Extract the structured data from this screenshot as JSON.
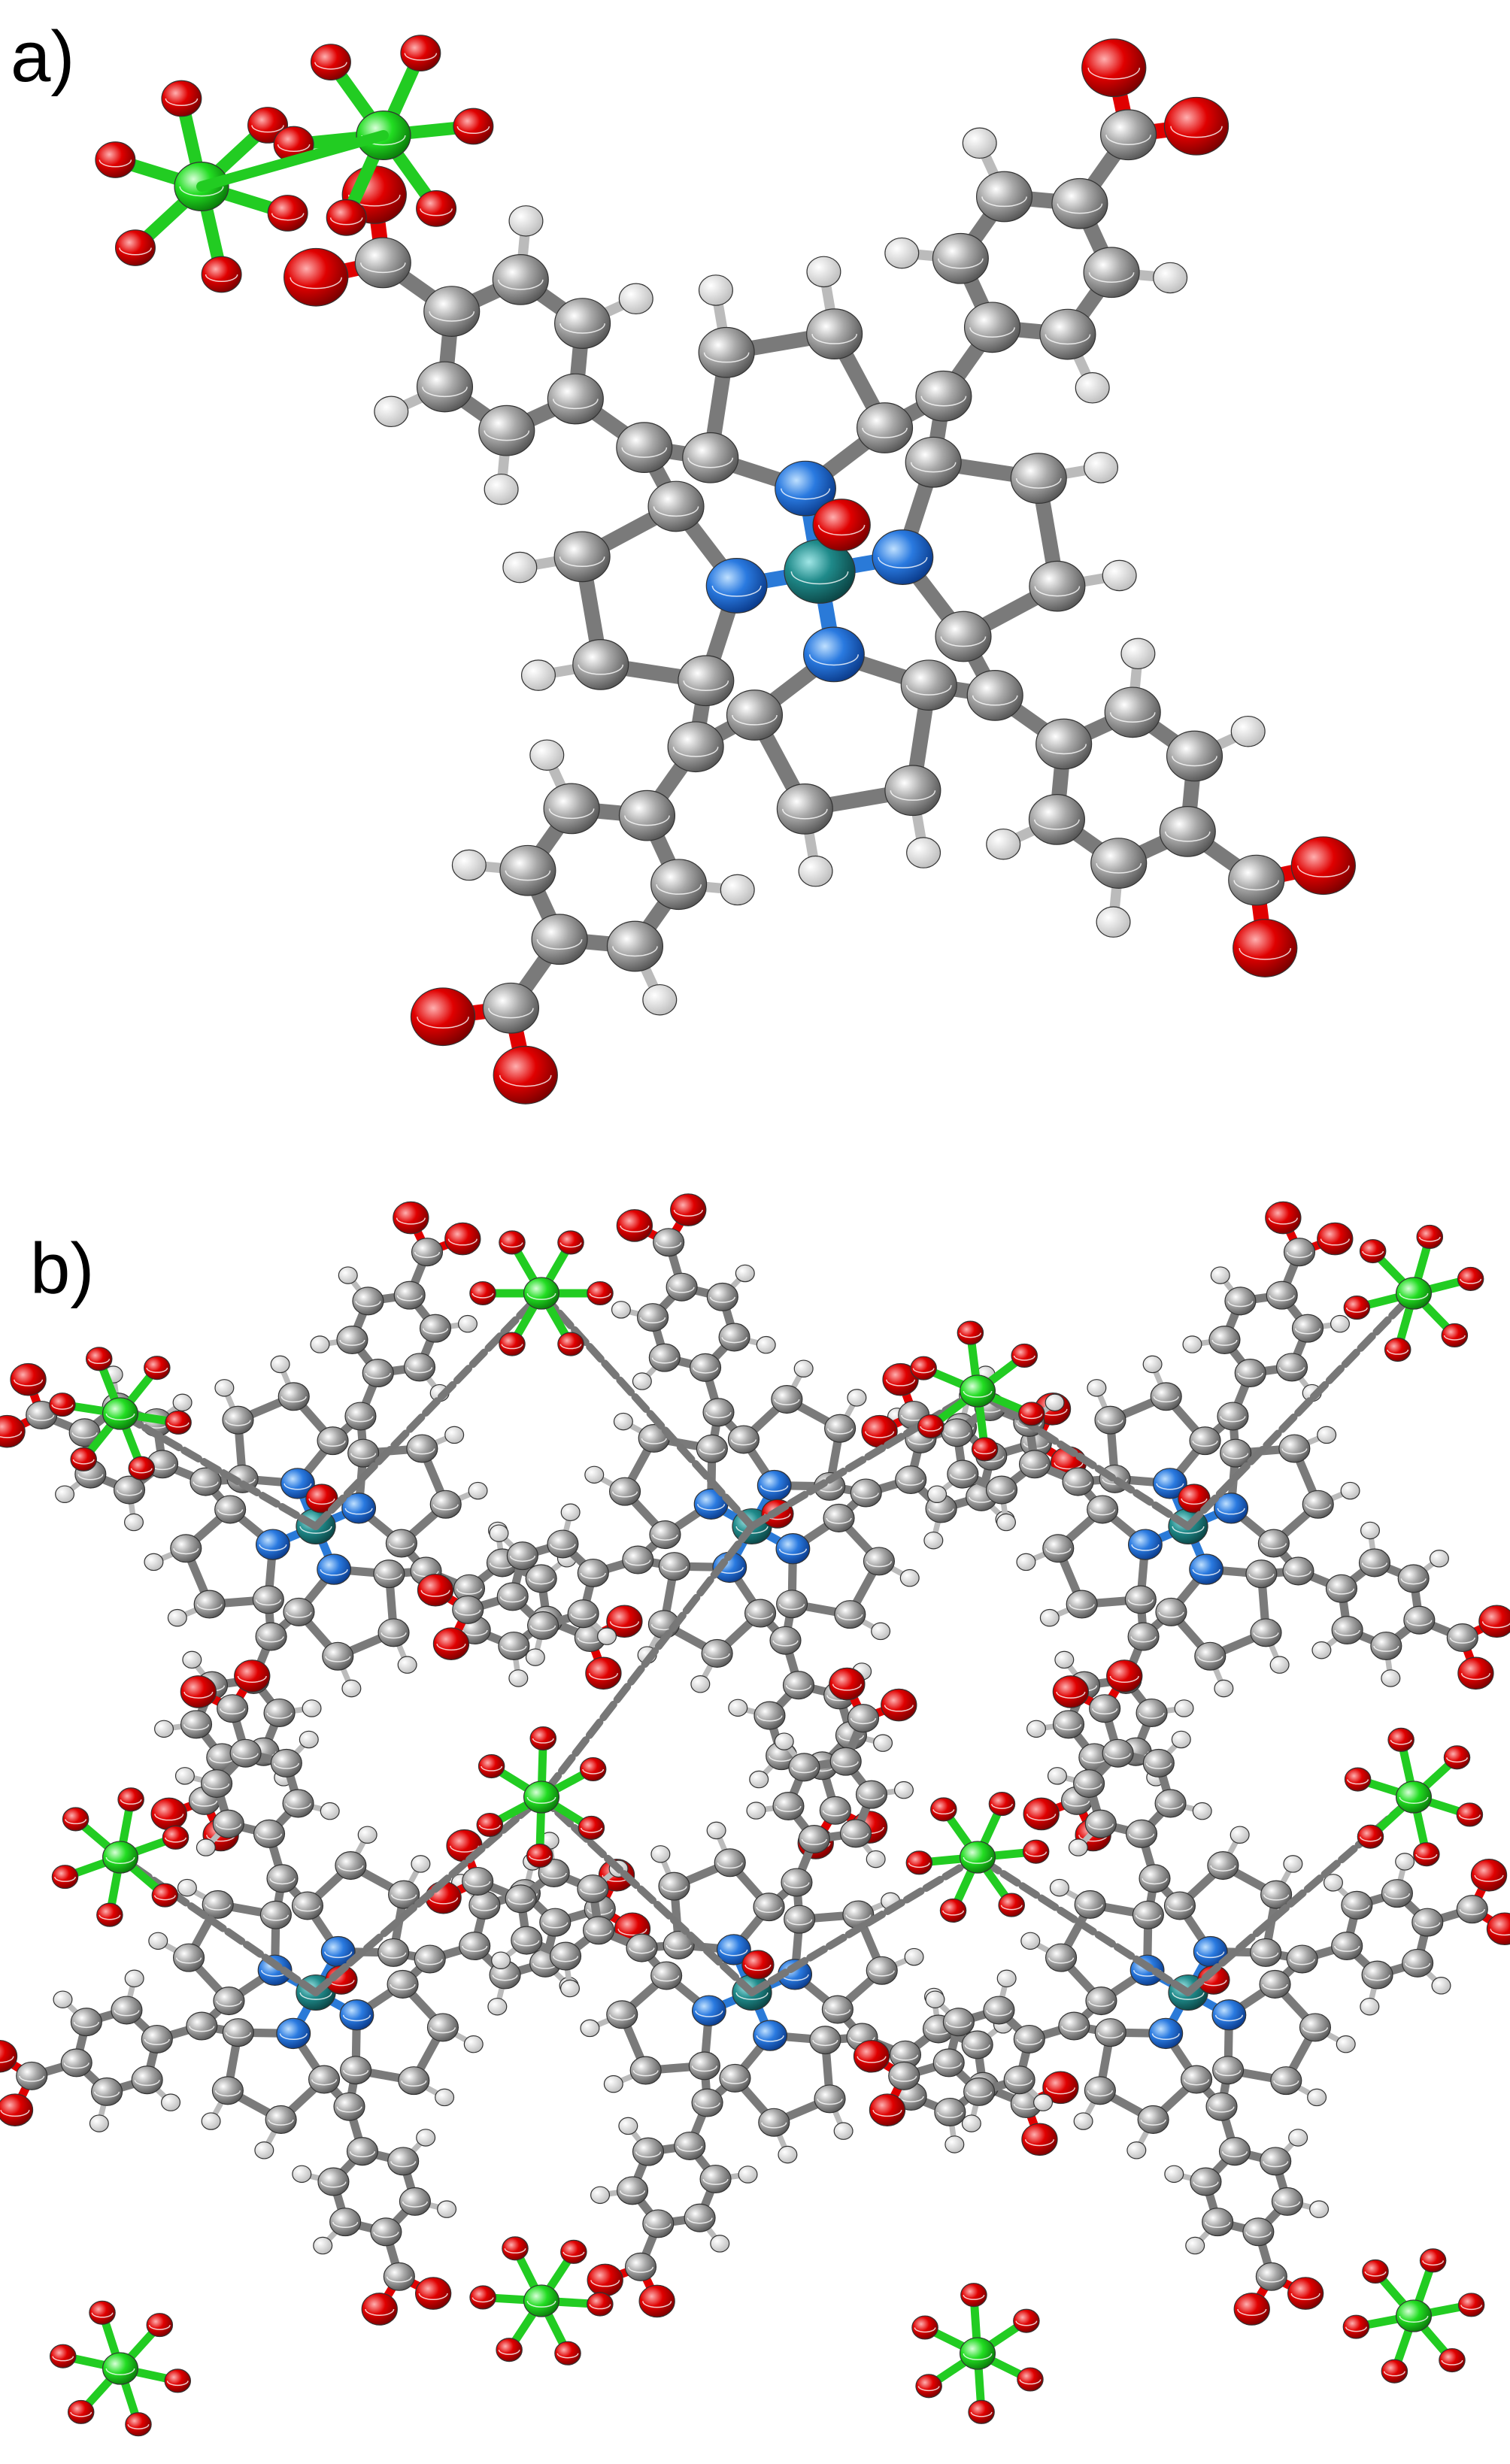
{
  "panels": [
    {
      "id": "a",
      "label": "a)"
    },
    {
      "id": "b",
      "label": "b)"
    }
  ],
  "colors": {
    "carbon": "#8c8c8c",
    "hydrogen": "#e6e6e6",
    "nitrogen": "#1e6fe0",
    "oxygen": "#e00000",
    "metal_center": "#1f8a8a",
    "cluster_metal": "#22dd22",
    "bond_carbon": "#7a7a7a",
    "bond_nitrogen": "#2a7ad8",
    "bond_oxygen": "#e00000",
    "bond_cluster": "#22cc22"
  },
  "molecule_a": {
    "description_type": "molecular-structure",
    "center_atom": "metal_center",
    "axial_atom": "oxygen",
    "pyrrole_nitrogens": 4,
    "carboxyphenyl_arms": 4,
    "cluster_metals_shown": 2
  },
  "framework_b": {
    "porphyrin_units_rows": 2,
    "porphyrin_units_cols": 3,
    "cluster_nodes": 12
  }
}
